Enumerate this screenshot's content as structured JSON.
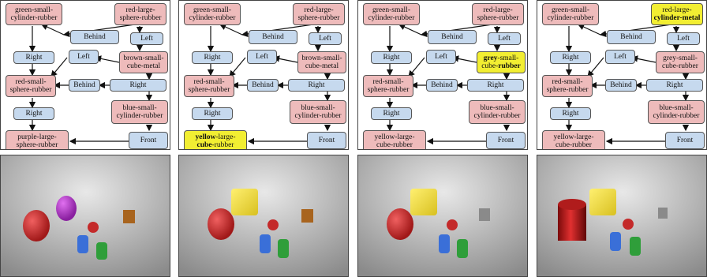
{
  "panels": [
    {
      "nodes": {
        "n1": [
          "green-small-",
          "cylinder-rubber"
        ],
        "n2": [
          "red-large-",
          "sphere-rubber"
        ],
        "behind1": "Behind",
        "left1": "Left",
        "right1": "Right",
        "left2": "Left",
        "n3": [
          "brown-small-",
          "cube-metal"
        ],
        "n4": [
          "red-small-",
          "sphere-rubber"
        ],
        "behind2": "Behind",
        "right2": "Right",
        "n5": [
          "blue-small-",
          "cylinder-rubber"
        ],
        "right3": "Right",
        "n6": [
          "purple-large-",
          "sphere-rubber"
        ],
        "front": "Front"
      }
    },
    {
      "nodes": {
        "n1": [
          "green-small-",
          "cylinder-rubber"
        ],
        "n2": [
          "red-large-",
          "sphere-rubber"
        ],
        "behind1": "Behind",
        "left1": "Left",
        "right1": "Right",
        "left2": "Left",
        "n3": [
          "brown-small-",
          "cube-metal"
        ],
        "n4": [
          "red-small-",
          "sphere-rubber"
        ],
        "behind2": "Behind",
        "right2": "Right",
        "n5": [
          "blue-small-",
          "cylinder-rubber"
        ],
        "right3": "Right",
        "n6a": "yellow",
        "n6b": "-large-",
        "n6c": "cube",
        "n6d": "-rubber",
        "front": "Front"
      }
    },
    {
      "nodes": {
        "n1": [
          "green-small-",
          "cylinder-rubber"
        ],
        "n2": [
          "red-large-",
          "sphere-rubber"
        ],
        "behind1": "Behind",
        "left1": "Left",
        "right1": "Right",
        "left2": "Left",
        "n3a": "grey",
        "n3b": "-small-",
        "n3c": "cube-",
        "n3d": "rubber",
        "n4": [
          "red-small-",
          "sphere-rubber"
        ],
        "behind2": "Behind",
        "right2": "Right",
        "n5": [
          "blue-small-",
          "cylinder-rubber"
        ],
        "right3": "Right",
        "n6": [
          "yellow-large-",
          "cube-rubber"
        ],
        "front": "Front"
      }
    },
    {
      "nodes": {
        "n1": [
          "green-small-",
          "cylinder-rubber"
        ],
        "n2": [
          "red-large-",
          "cylinder-metal"
        ],
        "behind1": "Behind",
        "left1": "Left",
        "right1": "Right",
        "left2": "Left",
        "n3": [
          "grey-small-",
          "cube-rubber"
        ],
        "n4": [
          "red-small-",
          "sphere-rubber"
        ],
        "behind2": "Behind",
        "right2": "Right",
        "n5": [
          "blue-small-",
          "cylinder-rubber"
        ],
        "right3": "Right",
        "n6": [
          "yellow-large-",
          "cube-rubber"
        ],
        "front": "Front"
      }
    }
  ],
  "colors": {
    "object_node": "#eebbbb",
    "relation_node": "#c6d9ee",
    "highlight": "#f2ee32"
  }
}
